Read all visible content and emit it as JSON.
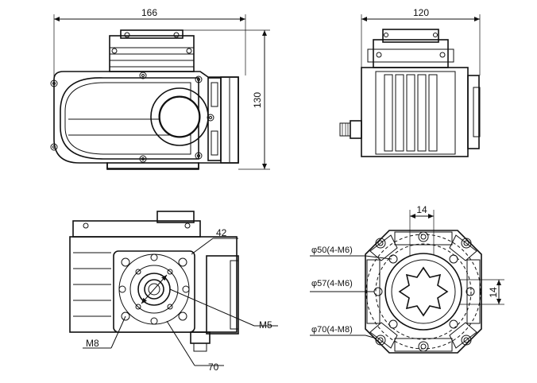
{
  "front_view": {
    "width_dim": "166",
    "height_dim": "130"
  },
  "side_view": {
    "width_dim": "120"
  },
  "bottom_view": {
    "dim_42": "42",
    "label_m5": "M5",
    "label_m8": "M8",
    "dim_70": "70"
  },
  "flange_view": {
    "dim_14_top": "14",
    "dim_14_right": "14",
    "pcd_50": "φ50(4-M6)",
    "pcd_57": "φ57(4-M6)",
    "pcd_70": "φ70(4-M8)"
  }
}
